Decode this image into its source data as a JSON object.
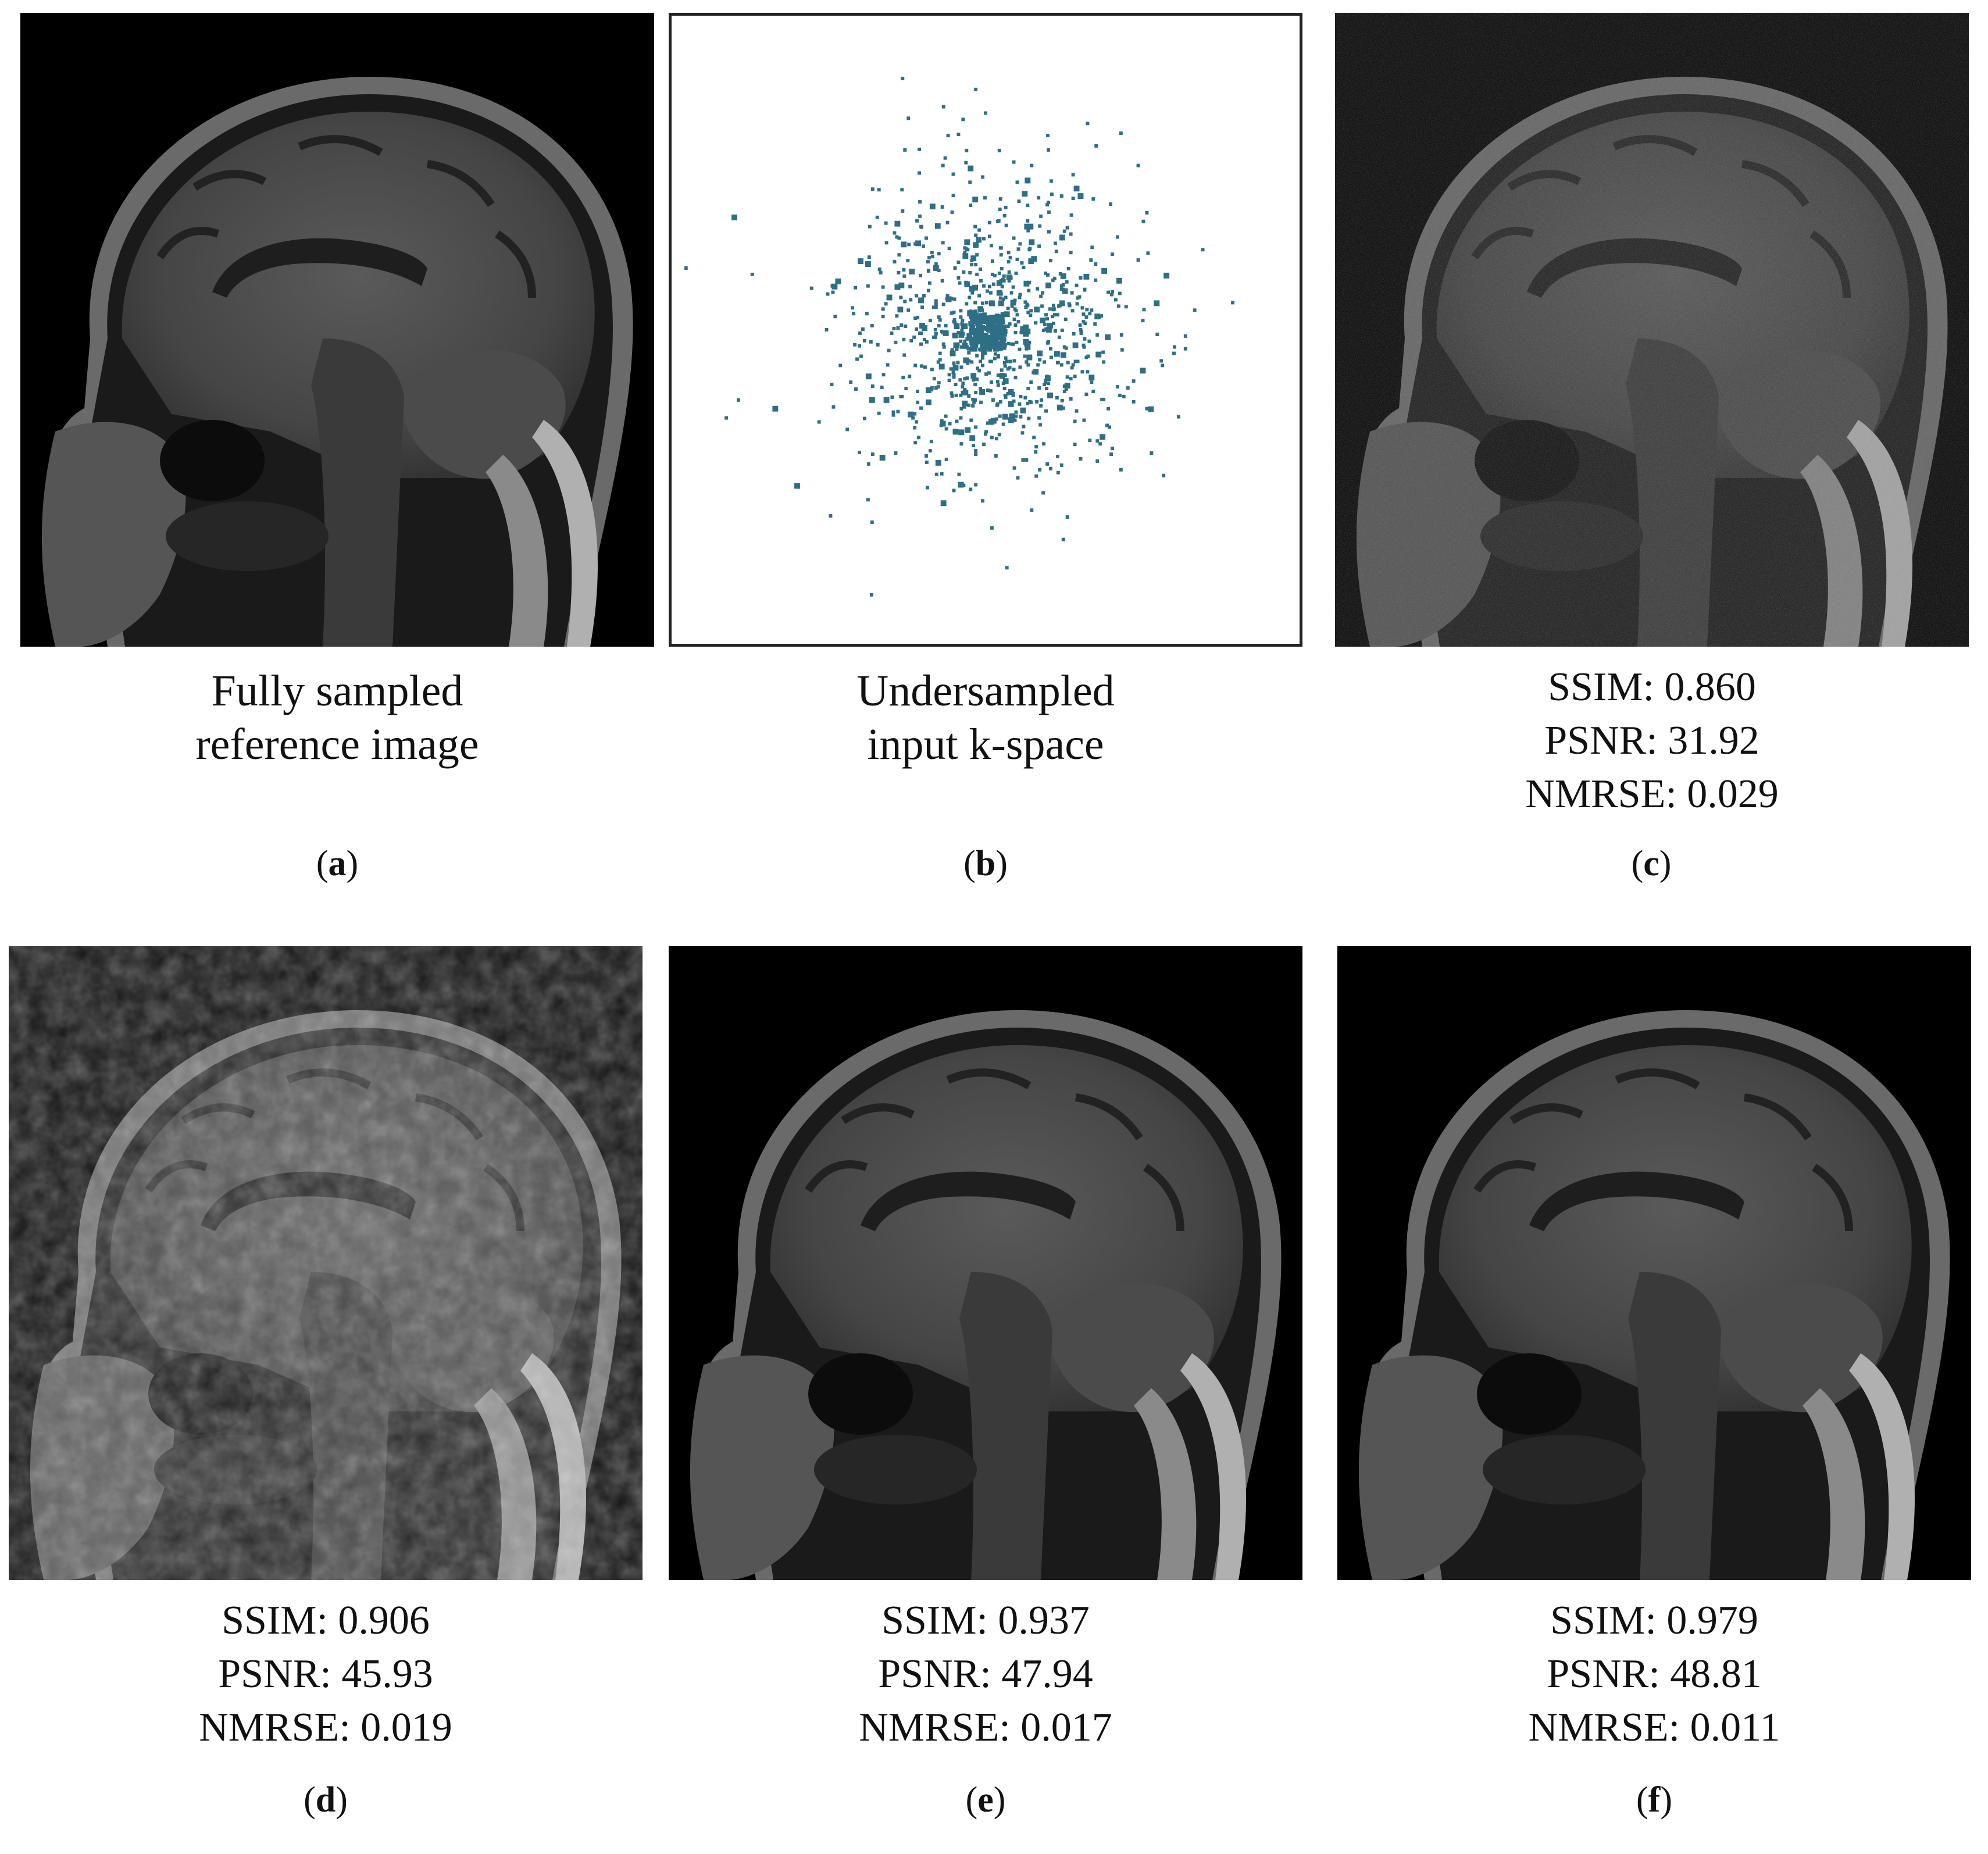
{
  "panels": [
    {
      "id": "a",
      "caption_lines": [
        "Fully sampled",
        "reference image"
      ],
      "label": "a"
    },
    {
      "id": "b",
      "caption_lines": [
        "Undersampled",
        "input k-space"
      ],
      "label": "b"
    },
    {
      "id": "c",
      "metrics": [
        "SSIM: 0.860",
        "PSNR: 31.92",
        "NMRSE: 0.029"
      ],
      "label": "c"
    },
    {
      "id": "d",
      "metrics": [
        "SSIM: 0.906",
        "PSNR: 45.93",
        "NMRSE: 0.019"
      ],
      "label": "d"
    },
    {
      "id": "e",
      "metrics": [
        "SSIM: 0.937",
        "PSNR: 47.94",
        "NMRSE: 0.017"
      ],
      "label": "e"
    },
    {
      "id": "f",
      "metrics": [
        "SSIM: 0.979",
        "PSNR: 48.81",
        "NMRSE: 0.011"
      ],
      "label": "f"
    }
  ],
  "colors": {
    "kspace_points": "#2f6f86",
    "background_scan": "#000000",
    "page": "#ffffff"
  },
  "icons": [
    "mri-brain-sagittal-image",
    "kspace-sampling-mask"
  ]
}
